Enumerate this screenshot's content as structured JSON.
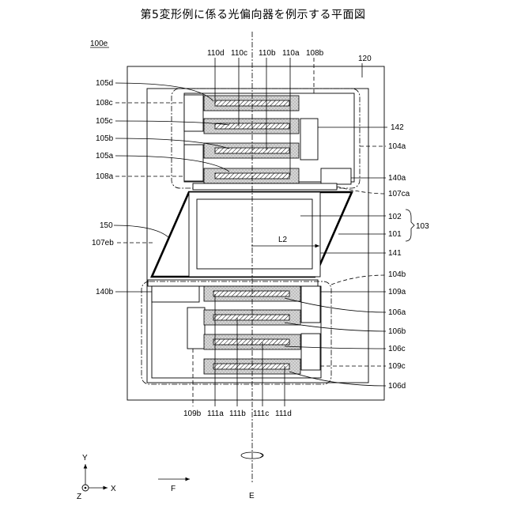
{
  "title": "第5変形例に係る光偏向器を例示する平面図",
  "labels": {
    "fig_ref": "100e",
    "l120": "120",
    "l110d": "110d",
    "l110c": "110c",
    "l110b": "110b",
    "l110a": "110a",
    "l108b": "108b",
    "l105d": "105d",
    "l108c": "108c",
    "l105c": "105c",
    "l105b": "105b",
    "l105a": "105a",
    "l108a": "108a",
    "l142": "142",
    "l104a": "104a",
    "l140a": "140a",
    "l107ca": "107ca",
    "l150": "150",
    "l107eb": "107eb",
    "l102": "102",
    "l101": "101",
    "l103": "103",
    "l141": "141",
    "lL2": "L2",
    "l140b": "140b",
    "l104b": "104b",
    "l109a": "109a",
    "l106a": "106a",
    "l106b": "106b",
    "l106c": "106c",
    "l109c": "109c",
    "l106d": "106d",
    "l109b": "109b",
    "l111a": "111a",
    "l111b": "111b",
    "l111c": "111c",
    "l111d": "111d",
    "axis_y": "Y",
    "axis_x": "X",
    "axis_z": "Z",
    "axis_f": "F",
    "axis_e": "E"
  }
}
